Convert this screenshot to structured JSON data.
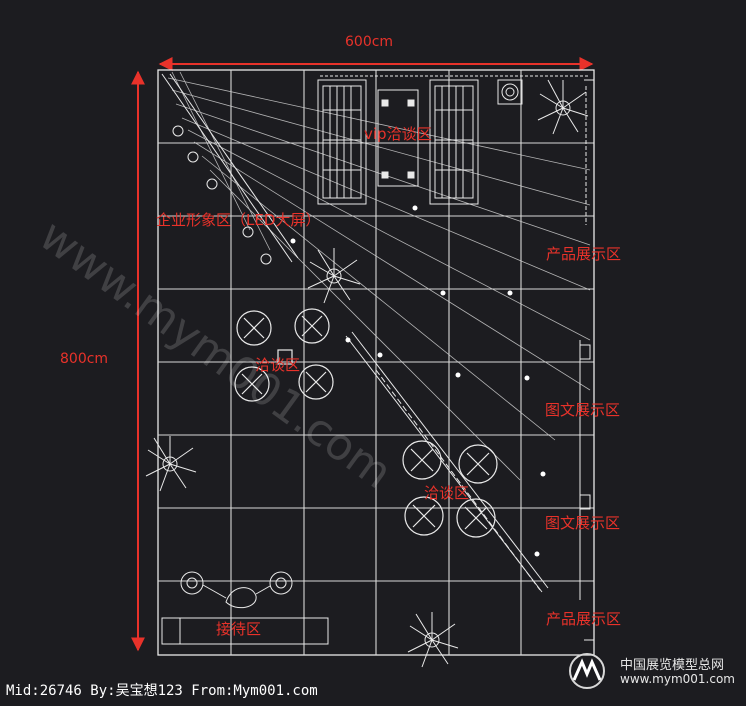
{
  "dimensions": {
    "width_label": "600cm",
    "height_label": "800cm"
  },
  "zones": {
    "vip": "vip洽谈区",
    "brand_wall": "企业形象区（LED大屏）",
    "product_top": "产品展示区",
    "negotiation_1": "洽谈区",
    "graphic_1": "图文展示区",
    "negotiation_2": "洽谈区",
    "graphic_2": "图文展示区",
    "product_bottom": "产品展示区",
    "reception": "接待区"
  },
  "watermark": "www.mym001.com",
  "footer": "Mid:26746 By:吴宝想123 From:Mym001.com",
  "brand": {
    "name": "中国展览模型总网",
    "url": "www.mym001.com"
  },
  "colors": {
    "background": "#1c1c20",
    "lines": "#e9e9e9",
    "labels": "#e8322a"
  }
}
